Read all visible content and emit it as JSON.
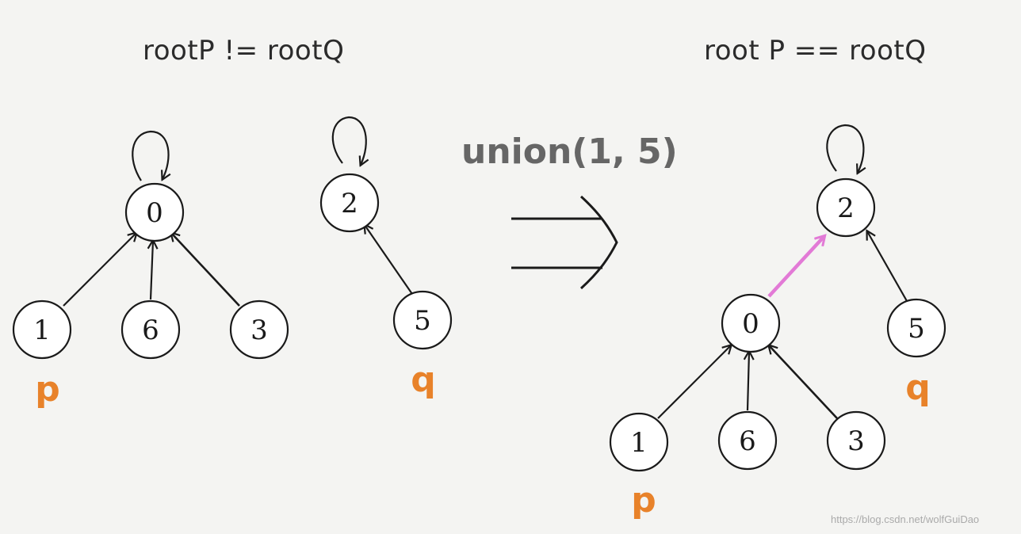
{
  "left": {
    "title": "rootP != rootQ",
    "nodes": [
      {
        "id": "0",
        "label": "0"
      },
      {
        "id": "1",
        "label": "1"
      },
      {
        "id": "6",
        "label": "6"
      },
      {
        "id": "3",
        "label": "3"
      },
      {
        "id": "2",
        "label": "2"
      },
      {
        "id": "5",
        "label": "5"
      }
    ],
    "p_label": "p",
    "q_label": "q"
  },
  "operation": "union(1, 5)",
  "right": {
    "title": "root P == rootQ",
    "nodes": [
      {
        "id": "2",
        "label": "2"
      },
      {
        "id": "0",
        "label": "0"
      },
      {
        "id": "5",
        "label": "5"
      },
      {
        "id": "1",
        "label": "1"
      },
      {
        "id": "6",
        "label": "6"
      },
      {
        "id": "3",
        "label": "3"
      }
    ],
    "p_label": "p",
    "q_label": "q"
  },
  "colors": {
    "new_edge": "#e27ad6",
    "pq_label": "#e8822a"
  },
  "watermark": "https://blog.csdn.net/wolfGuiDao"
}
